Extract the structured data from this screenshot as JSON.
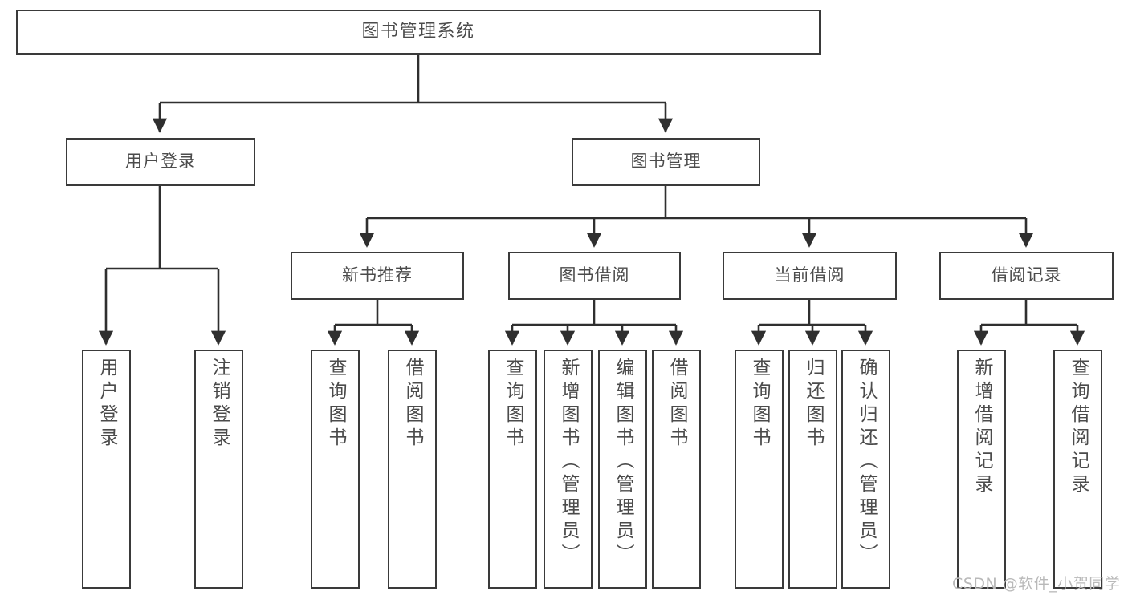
{
  "diagram": {
    "type": "tree",
    "title": "图书管理系统",
    "orientation": "top-down",
    "watermark": "CSDN @软件_小贺同学",
    "colors": {
      "box_border": "#3a3a3a",
      "box_fill": "#ffffff",
      "text": "#4b4b4b",
      "edge": "#2f2f2f",
      "watermark": "#b9b9b9",
      "background": "#ffffff"
    },
    "nodes": {
      "root": {
        "label": "图书管理系统",
        "level": 1
      },
      "user_login": {
        "label": "用户登录",
        "level": 2
      },
      "book_manage": {
        "label": "图书管理",
        "level": 2
      },
      "new_book_rec": {
        "label": "新书推荐",
        "level": 3
      },
      "book_borrow": {
        "label": "图书借阅",
        "level": 3
      },
      "current_borrow": {
        "label": "当前借阅",
        "level": 3
      },
      "borrow_record": {
        "label": "借阅记录",
        "level": 3
      },
      "leaf_1": {
        "label": "用户登录",
        "level": 4,
        "parent": "用户登录"
      },
      "leaf_2": {
        "label": "注销登录",
        "level": 4,
        "parent": "用户登录"
      },
      "leaf_3": {
        "label": "查询图书",
        "level": 4,
        "parent": "新书推荐"
      },
      "leaf_4": {
        "label": "借阅图书",
        "level": 4,
        "parent": "新书推荐"
      },
      "leaf_5": {
        "label": "查询图书",
        "level": 4,
        "parent": "图书借阅"
      },
      "leaf_6": {
        "label": "新增图书（管理员）",
        "level": 4,
        "parent": "图书借阅"
      },
      "leaf_7": {
        "label": "编辑图书（管理员）",
        "level": 4,
        "parent": "图书借阅"
      },
      "leaf_8": {
        "label": "借阅图书",
        "level": 4,
        "parent": "图书借阅"
      },
      "leaf_9": {
        "label": "查询图书",
        "level": 4,
        "parent": "当前借阅"
      },
      "leaf_10": {
        "label": "归还图书",
        "level": 4,
        "parent": "当前借阅"
      },
      "leaf_11": {
        "label": "确认归还（管理员）",
        "level": 4,
        "parent": "当前借阅"
      },
      "leaf_12": {
        "label": "新增借阅记录",
        "level": 4,
        "parent": "借阅记录"
      },
      "leaf_13": {
        "label": "查询借阅记录",
        "level": 4,
        "parent": "借阅记录"
      }
    }
  }
}
